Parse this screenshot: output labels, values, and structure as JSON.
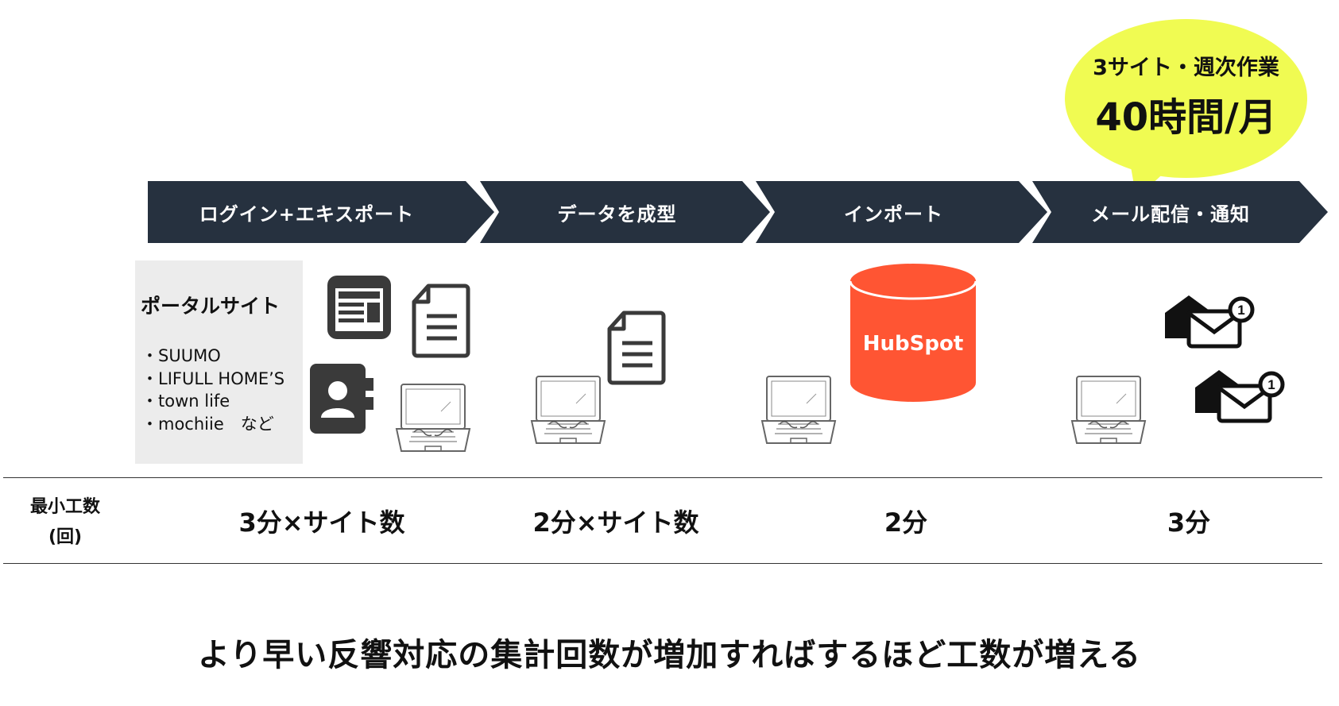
{
  "bubble": {
    "line1": "3サイト・週次作業",
    "line2": "40時間/月",
    "color": "#f0fb52"
  },
  "steps": [
    {
      "label": "ログイン+エキスポート"
    },
    {
      "label": "データを成型"
    },
    {
      "label": "インポート"
    },
    {
      "label": "メール配信・通知"
    }
  ],
  "portal": {
    "title": "ポータルサイト",
    "items": [
      "・SUUMO",
      "・LIFULL HOME’S",
      "・town life",
      "・mochiie　など"
    ]
  },
  "hubspot": {
    "label": "HubSpot",
    "color": "#ff5533"
  },
  "mail_badges": [
    "1",
    "1"
  ],
  "cost_row": {
    "label_line1": "最小工数",
    "label_line2": "(回)",
    "values": [
      "3分×サイト数",
      "2分×サイト数",
      "2分",
      "3分"
    ]
  },
  "footer": "より早い反響対応の集計回数が増加すればするほど工数が増える",
  "colors": {
    "step_bg": "#26313f",
    "portal_bg": "#ececec"
  }
}
